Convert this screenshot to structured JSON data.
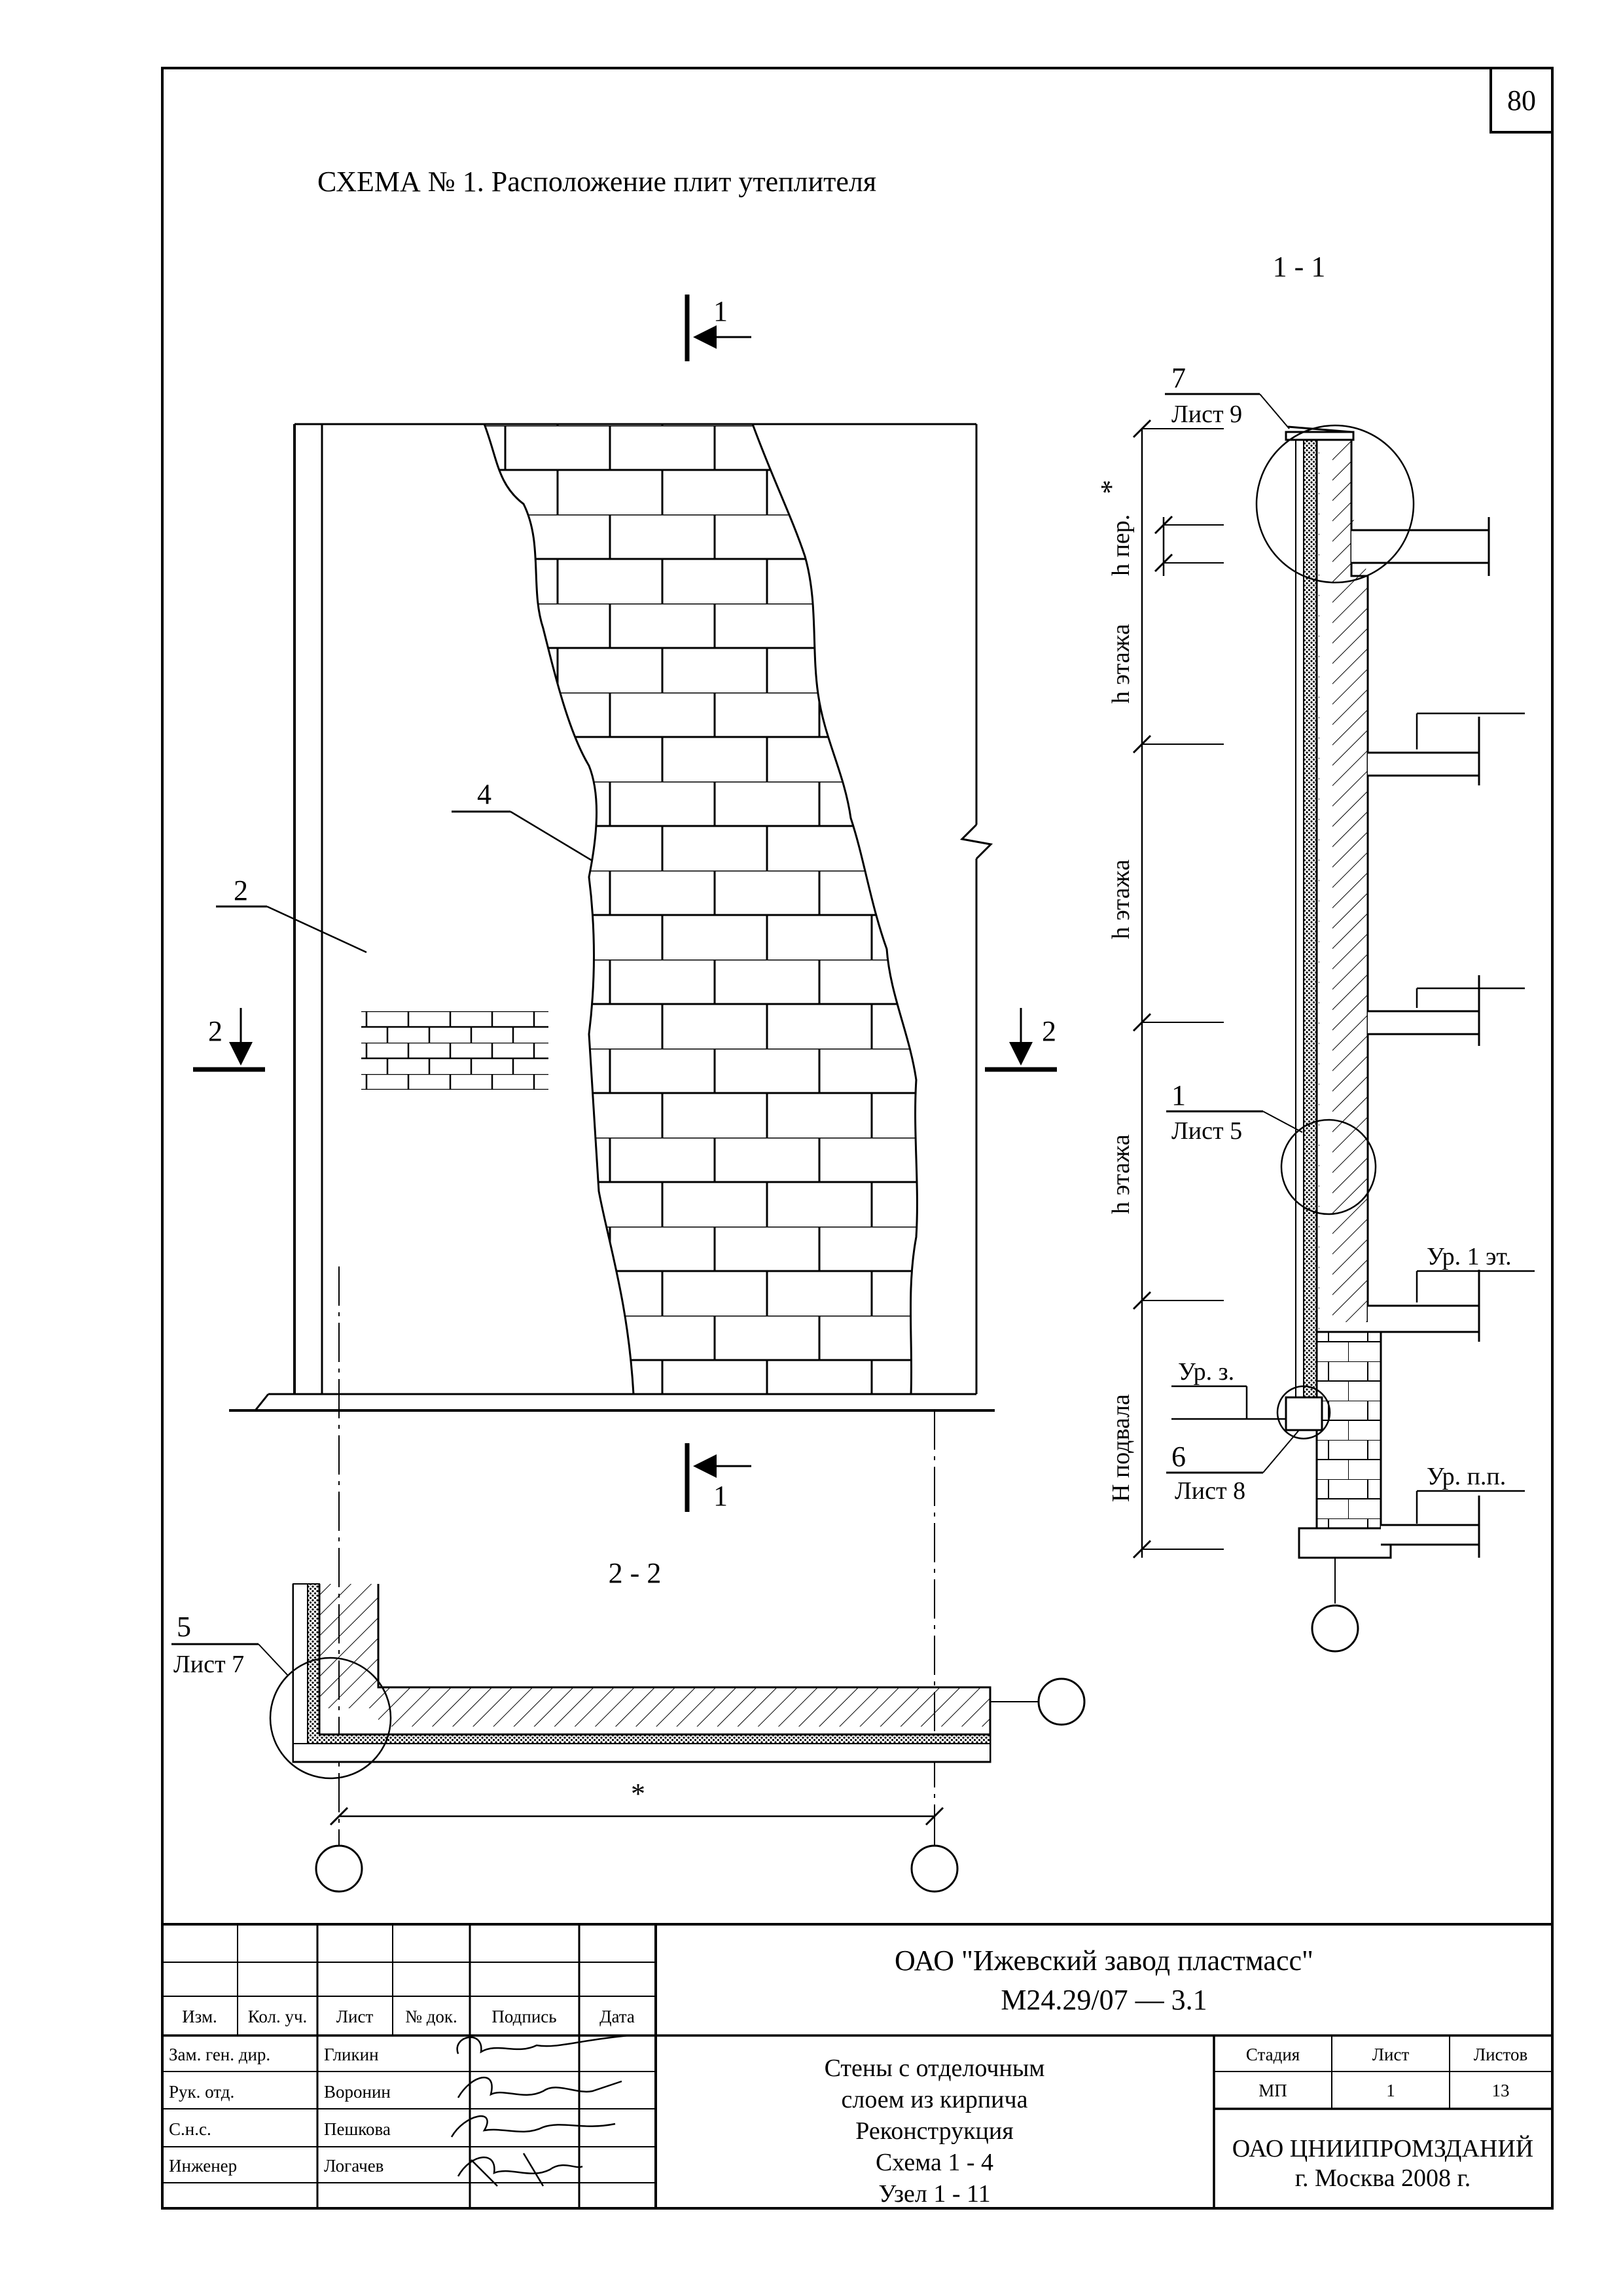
{
  "page_number": "80",
  "title": "СХЕМА № 1. Расположение плит утеплителя",
  "section_labels": {
    "s11_title": "1 - 1",
    "s22_title": "2 - 2",
    "cut1_top": "1",
    "cut1_bottom": "1",
    "cut2_left": "2",
    "cut2_right": "2",
    "star_bottom": "*",
    "star_top": "*"
  },
  "callouts": [
    {
      "id": "2",
      "text": "2"
    },
    {
      "id": "4",
      "text": "4"
    },
    {
      "id": "5",
      "text": "5",
      "sheet": "Лист 7"
    },
    {
      "id": "7",
      "text": "7",
      "sheet": "Лист 9"
    },
    {
      "id": "1",
      "text": "1",
      "sheet": "Лист 5"
    },
    {
      "id": "6",
      "text": "6",
      "sheet": "Лист 8"
    }
  ],
  "dimension_labels": {
    "h_per": "h пер.",
    "h_floor": "h этажа",
    "h_basement": "H подвала"
  },
  "levels": {
    "floor1": "Ур. 1 эт.",
    "ground": "Ур. з.",
    "basement_floor": "Ур. п.п."
  },
  "title_block": {
    "organization": "ОАО \"Ижевский завод пластмасс\"",
    "code": "М24.29/07   —  3.1",
    "headers": [
      "Изм.",
      "Кол. уч.",
      "Лист",
      "№ док.",
      "Подпись",
      "Дата"
    ],
    "rows": [
      {
        "role": "Зам. ген. дир.",
        "name": "Гликин"
      },
      {
        "role": "Рук. отд.",
        "name": "Воронин"
      },
      {
        "role": "С.н.с.",
        "name": "Пешкова"
      },
      {
        "role": "Инженер",
        "name": "Логачев"
      }
    ],
    "description": [
      "Стены с отделочным",
      "слоем из кирпича",
      "Реконструкция",
      "Схема 1 - 4",
      "Узел 1 - 11"
    ],
    "stage_label": "Стадия",
    "sheet_label": "Лист",
    "sheets_label": "Листов",
    "stage": "МП",
    "sheet": "1",
    "sheets": "13",
    "company": "ОАО ЦНИИПРОМЗДАНИЙ",
    "city_year": "г. Москва 2008 г."
  }
}
